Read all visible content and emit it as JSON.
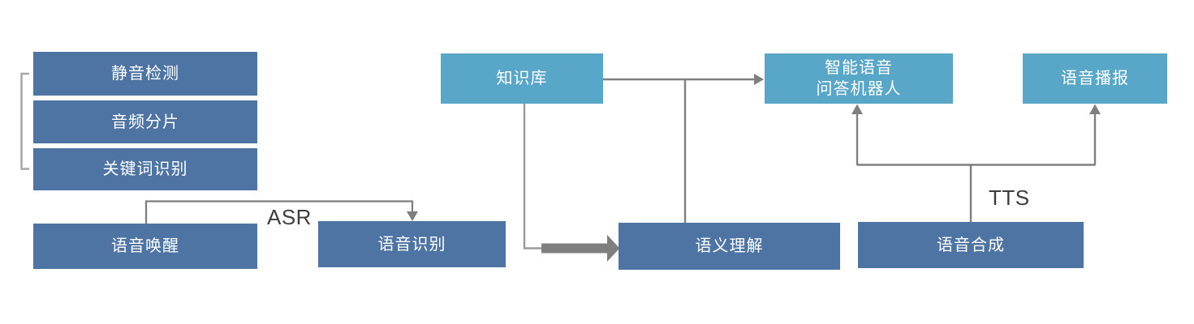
{
  "diagram": {
    "type": "flowchart",
    "language": "zh-CN",
    "nodes": [
      {
        "id": "silence-detection",
        "label": "静音检测",
        "style": "dark-blue"
      },
      {
        "id": "audio-segmentation",
        "label": "音频分片",
        "style": "dark-blue"
      },
      {
        "id": "keyword-recognition",
        "label": "关键词识别",
        "style": "dark-blue"
      },
      {
        "id": "voice-wakeup",
        "label": "语音唤醒",
        "style": "dark-blue"
      },
      {
        "id": "speech-recognition",
        "label": "语音识别",
        "style": "dark-blue"
      },
      {
        "id": "knowledge-base",
        "label": "知识库",
        "style": "light-blue"
      },
      {
        "id": "semantic-understanding",
        "label": "语义理解",
        "style": "dark-blue"
      },
      {
        "id": "qa-robot",
        "label": "智能语音\n问答机器人",
        "style": "light-blue"
      },
      {
        "id": "voice-broadcast",
        "label": "语音播报",
        "style": "light-blue"
      },
      {
        "id": "speech-synthesis",
        "label": "语音合成",
        "style": "dark-blue"
      }
    ],
    "edge_labels": {
      "asr": "ASR",
      "tts": "TTS"
    },
    "edges": [
      {
        "from": "bracket-group(silence-detection,audio-segmentation,keyword-recognition)",
        "to": "",
        "type": "bracket"
      },
      {
        "from": "voice-wakeup",
        "to": "speech-recognition",
        "type": "arrow",
        "label": "ASR"
      },
      {
        "from": "knowledge-base",
        "to": "qa-robot",
        "type": "arrow"
      },
      {
        "from": "knowledge-base",
        "to": "semantic-understanding",
        "type": "line-branch"
      },
      {
        "from": "knowledge-base",
        "to": "semantic-understanding",
        "type": "thick-arrow"
      },
      {
        "from": "speech-synthesis",
        "to": "qa-robot",
        "type": "arrow",
        "label": "TTS"
      },
      {
        "from": "speech-synthesis",
        "to": "voice-broadcast",
        "type": "arrow",
        "label": "TTS"
      }
    ],
    "colors": {
      "dark_blue_box": "#4d74a3",
      "light_blue_box": "#58a6c8",
      "box_text": "#ffffff",
      "connector_gray": "#7f7f7f",
      "bracket_gray": "#a6a6a6",
      "edge_label_text": "#3d3d3d",
      "background": "#ffffff"
    }
  }
}
